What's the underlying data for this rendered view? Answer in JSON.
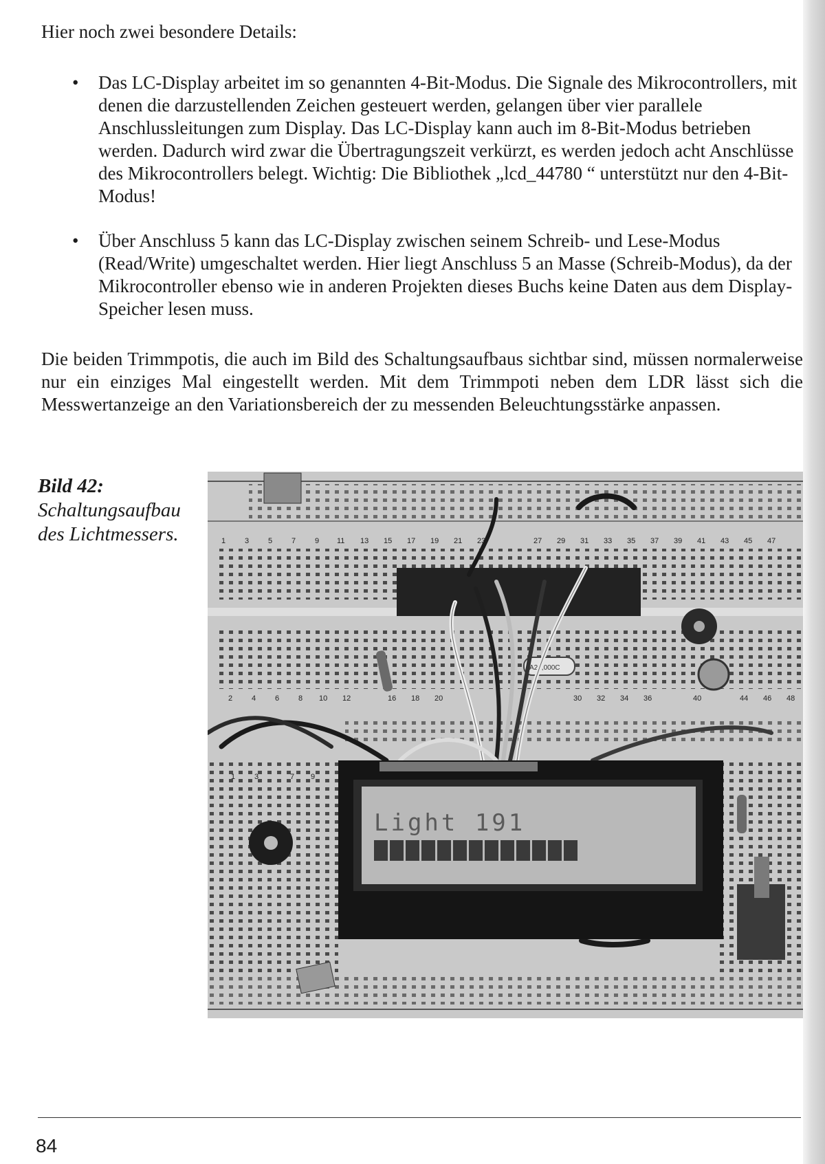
{
  "intro": "Hier noch zwei besondere Details:",
  "bullets": [
    "Das LC-Display arbeitet im so genannten 4-Bit-Modus. Die Signale des Mikrocontrollers, mit denen die darzustellenden Zeichen gesteuert werden, gelangen über vier parallele Anschlussleitungen zum Display. Das LC-Display kann auch im 8-Bit-Modus betrieben werden. Dadurch wird zwar die Übertragungszeit verkürzt, es werden jedoch acht Anschlüsse des Mikrocontrollers belegt. Wichtig: Die Bibliothek „lcd_44780 “ unterstützt nur den 4-Bit-Modus!",
    "Über Anschluss 5 kann das LC-Display zwischen seinem Schreib- und Lese-Modus (Read/Write) umgeschaltet werden. Hier liegt Anschluss 5 an Masse (Schreib-Modus), da der Mikrocontroller ebenso wie in anderen Projekten dieses Buchs keine Daten aus dem Display-Speicher lesen muss."
  ],
  "bullet_symbol": "•",
  "paragraph": "Die beiden Trimmpotis, die auch im Bild des Schaltungsaufbaus sichtbar sind, müssen normalerweise nur ein einziges Mal eingestellt werden. Mit dem Trimmpoti neben dem LDR lässt sich die Messwertanzeige an den Variationsbereich der zu messenden Beleuchtungsstärke anpassen.",
  "figure": {
    "label": "Bild 42:",
    "caption_line1": "Schaltungsaufbau",
    "caption_line2": "des Lichtmessers.",
    "lcd_text": "Light 191",
    "crystal_text": "A20,000C",
    "row_numbers_top": [
      "1",
      "3",
      "5",
      "7",
      "9",
      "11",
      "13",
      "15",
      "17",
      "19",
      "21",
      "23",
      "27",
      "29",
      "31",
      "33",
      "35",
      "37",
      "39",
      "41",
      "43",
      "45",
      "47"
    ],
    "row_numbers_mid": [
      "2",
      "4",
      "6",
      "8",
      "10",
      "12",
      "16",
      "18",
      "20",
      "30",
      "32",
      "34",
      "36",
      "40",
      "44",
      "46",
      "48"
    ],
    "row_numbers_left": [
      "1",
      "3",
      "7",
      "9"
    ]
  },
  "page_number": "84"
}
